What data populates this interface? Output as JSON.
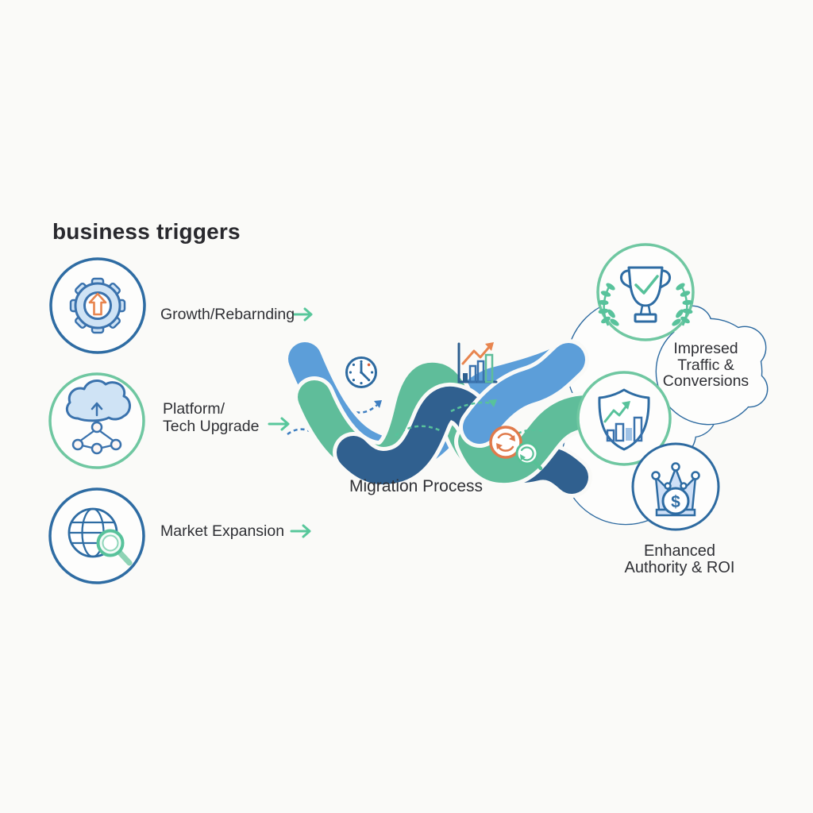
{
  "title": "business triggers",
  "triggers": [
    {
      "label": "Growth/Rebarnding",
      "icon": "gear-up-arrow"
    },
    {
      "label": "Platform/\nTech Upgrade",
      "icon": "cloud-network"
    },
    {
      "label": "Market Expansion",
      "icon": "globe-search"
    }
  ],
  "process": {
    "label": "Migration Process",
    "icons": [
      "clock",
      "growth-chart",
      "sync-refresh",
      "search-refresh"
    ]
  },
  "outcomes": [
    {
      "label": "Impresed\nTraffic &\nConversions",
      "icon": "trophy-laurel-check"
    },
    {
      "label": "Enhanced\nAuthority & ROI",
      "icon": "crown-dollar"
    },
    {
      "label": "",
      "icon": "shield-analytics"
    }
  ],
  "coin_symbol": "$",
  "colors": {
    "blue_outline": "#2E6CA3",
    "green_accent": "#58C29B",
    "wave_light_blue": "#5C9ED9",
    "wave_green": "#5FBD9A",
    "wave_dark_blue": "#30608F",
    "orange": "#E8854F",
    "text": "#2F3035",
    "background": "#FAFAF8"
  }
}
